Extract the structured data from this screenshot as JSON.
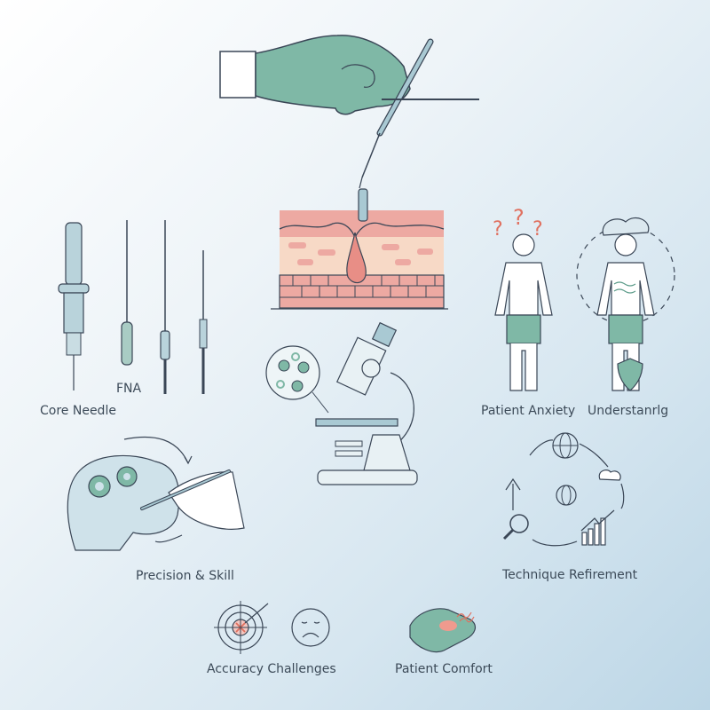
{
  "illustration": {
    "topic": "Biopsy techniques",
    "labels": {
      "core_needle": "Core Needle",
      "fna": "FNA",
      "patient_anxiety": "Patient Anxiety",
      "understanding": "Understanrlg",
      "precision_skill": "Precision & Skill",
      "technique_refinement": "Technique Refirement",
      "accuracy_challenges": "Accuracy Challenges",
      "patient_comfort": "Patient Comfort"
    },
    "icons": [
      "gloved-hand-holding-needle-icon",
      "skin-tissue-cross-section-icon",
      "core-needle-icon",
      "fna-needle-icon",
      "microscope-icon",
      "magnified-cells-icon",
      "anxious-patient-icon",
      "calm-patient-icon",
      "brain-gears-icon",
      "refinement-cycle-icon",
      "target-miss-icon",
      "sad-face-icon",
      "comfort-pad-icon"
    ],
    "colors": {
      "teal": "#7fb8a6",
      "teal_dark": "#5a9a88",
      "skin_pink": "#e9a8a0",
      "skin_light": "#f7d9c6",
      "outline": "#3a4656",
      "warning_red": "#e0705f",
      "needle_blue": "#a9c9d3"
    }
  }
}
